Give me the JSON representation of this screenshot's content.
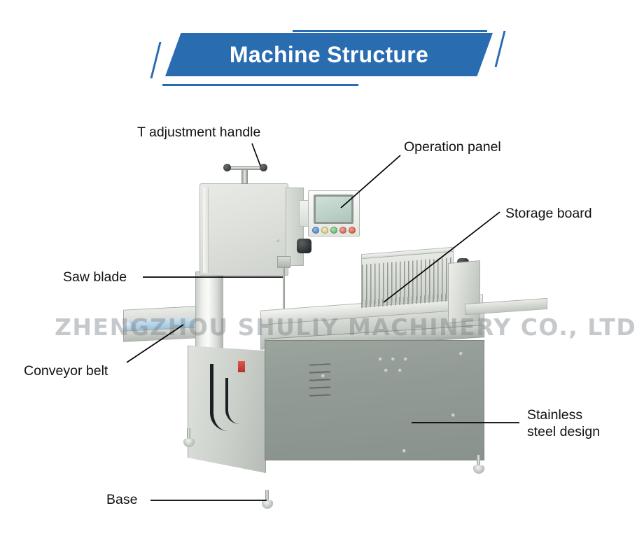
{
  "banner": {
    "title": "Machine Structure",
    "color": "#2a6cb0",
    "text_color": "#ffffff"
  },
  "watermark": {
    "text": "ZHENGZHOU SHULIY MACHINERY CO., LTD",
    "color": "#787e82"
  },
  "callouts": [
    {
      "id": "t-adjustment-handle",
      "label": "T adjustment handle"
    },
    {
      "id": "operation-panel",
      "label": "Operation panel"
    },
    {
      "id": "storage-board",
      "label": "Storage board"
    },
    {
      "id": "saw-blade",
      "label": "Saw blade"
    },
    {
      "id": "conveyor-belt",
      "label": "Conveyor belt"
    },
    {
      "id": "stainless-steel-design",
      "label": "Stainless\nsteel design"
    },
    {
      "id": "base",
      "label": "Base"
    }
  ],
  "diagram": {
    "subject": "industrial bone saw machine",
    "panel_button_colors": [
      "#4f8fd6",
      "#e3d27a",
      "#6fbf7a",
      "#e06a5a",
      "#e0583f"
    ],
    "screen_color": "#bcd3c8",
    "body_color": "#939b96",
    "frame_color": "#dfe2dd",
    "belt_color": "#a9cde4"
  }
}
